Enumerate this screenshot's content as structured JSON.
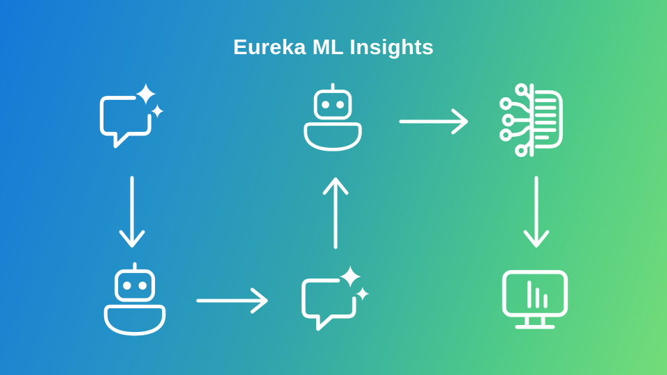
{
  "page": {
    "title": "Eureka ML Insights",
    "background": {
      "gradient_start": "#1478d8",
      "gradient_mid": "#31a5ab",
      "gradient_end": "#73dc78",
      "gradient_angle": "108deg"
    },
    "icon_color": "#ffffff"
  },
  "diagram": {
    "nodes": [
      {
        "id": "chat-prompt-top-left",
        "icon": "chat-sparkle-icon"
      },
      {
        "id": "bot-bottom-left",
        "icon": "bot-icon"
      },
      {
        "id": "chat-prompt-bottom-center",
        "icon": "chat-sparkle-icon"
      },
      {
        "id": "bot-top-center",
        "icon": "bot-icon"
      },
      {
        "id": "data-processing-top-right",
        "icon": "data-document-icon"
      },
      {
        "id": "results-bottom-right",
        "icon": "monitor-chart-icon"
      }
    ],
    "arrows": [
      {
        "from": "chat-prompt-top-left",
        "to": "bot-bottom-left",
        "direction": "down"
      },
      {
        "from": "bot-bottom-left",
        "to": "chat-prompt-bottom-center",
        "direction": "right"
      },
      {
        "from": "chat-prompt-bottom-center",
        "to": "bot-top-center",
        "direction": "up"
      },
      {
        "from": "bot-top-center",
        "to": "data-processing-top-right",
        "direction": "right"
      },
      {
        "from": "data-processing-top-right",
        "to": "results-bottom-right",
        "direction": "down"
      }
    ]
  }
}
